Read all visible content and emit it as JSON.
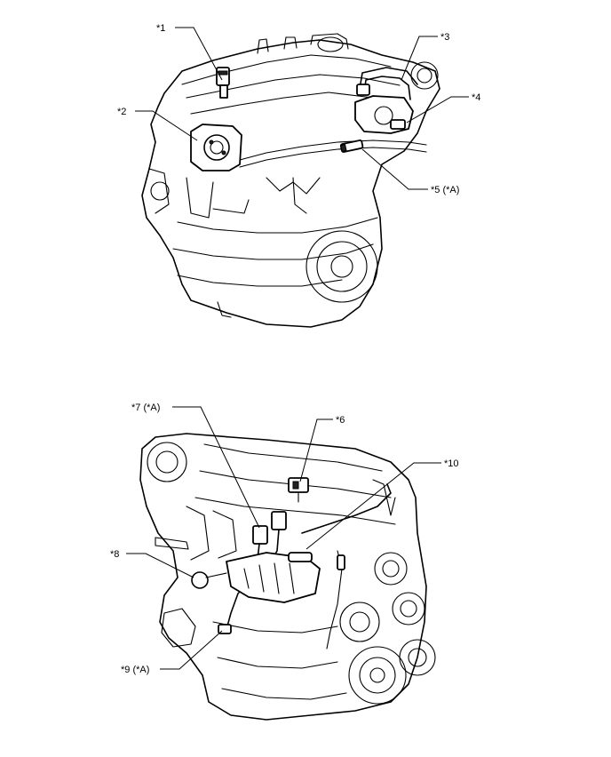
{
  "callouts": {
    "c1": "*1",
    "c2": "*2",
    "c3": "*3",
    "c4": "*4",
    "c5": "*5 (*A)",
    "c6": "*6",
    "c7": "*7 (*A)",
    "c8": "*8",
    "c9": "*9 (*A)",
    "c10": "*10"
  },
  "icons": {
    "top_view": "engine-assembly-top-view",
    "bottom_view": "engine-assembly-side-view"
  }
}
